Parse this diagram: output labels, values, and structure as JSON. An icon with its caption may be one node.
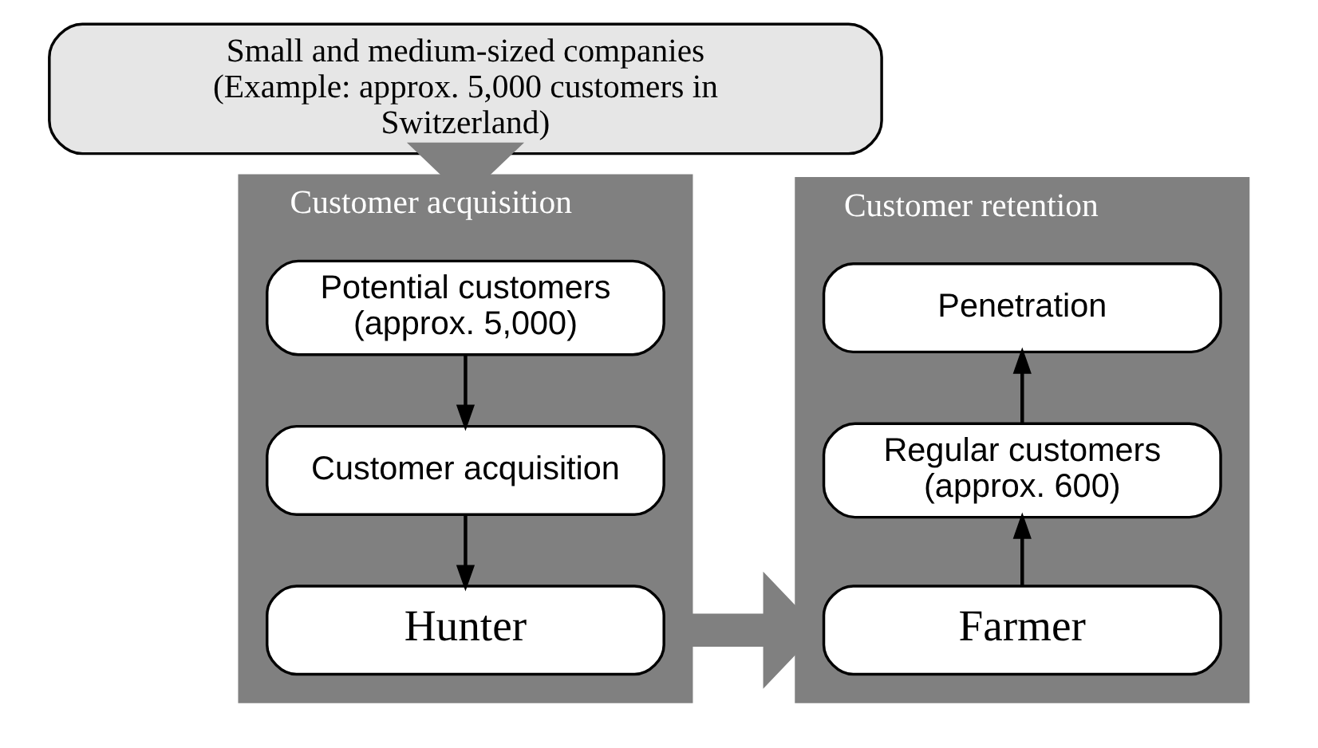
{
  "diagram": {
    "nodes": [
      {
        "text": [
          "Small and medium-sized companies (Example: approx. 5,000 customers in Switzerland)"
        ]
      },
      {
        "text": [
          "Customer acquisition"
        ]
      },
      {
        "text": [
          "Potential customers (approx. 5,000)"
        ],
        "in": 1
      },
      {
        "text": [
          "Customer acquisition"
        ],
        "in": 1
      },
      {
        "text": [
          "Hunter"
        ],
        "in": 1
      },
      {
        "text": [
          "Customer retention"
        ]
      },
      {
        "text": [
          "Penetration"
        ],
        "in": 5
      },
      {
        "text": [
          "Regular customers (approx. 600)"
        ],
        "in": 5
      },
      {
        "text": [
          "Farmer"
        ],
        "in": 5
      }
    ],
    "edges": [
      {
        "from": 0,
        "to": 1,
        "arrow": "to",
        "style": "thick",
        "color": "#808080"
      },
      {
        "from": 2,
        "to": 3,
        "arrow": "to"
      },
      {
        "from": 3,
        "to": 4,
        "arrow": "to"
      },
      {
        "from": 1,
        "to": 5,
        "arrow": "to",
        "style": "thick",
        "color": "#808080"
      },
      {
        "from": 8,
        "to": 7,
        "arrow": "to"
      },
      {
        "from": 7,
        "to": 6,
        "arrow": "to"
      }
    ]
  }
}
